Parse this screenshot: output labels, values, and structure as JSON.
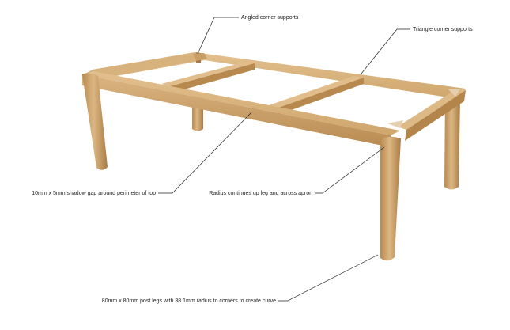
{
  "callouts": {
    "angled_corner": "Angled corner supports",
    "triangle_corner": "Triangle corner supports",
    "shadow_gap": "10mm x 5mm shadow gap around perimeter of top",
    "radius_continues": "Radius continues up leg and across apron",
    "post_legs": "80mm x 80mm post legs with 38.1mm radius to corners to create curve"
  },
  "colors": {
    "wood_light": "#d7b27c",
    "wood_mid": "#c49a5e",
    "wood_dark": "#a57a44",
    "wood_shadow": "#8c6436",
    "leader_line": "#222222",
    "background": "#ffffff"
  }
}
